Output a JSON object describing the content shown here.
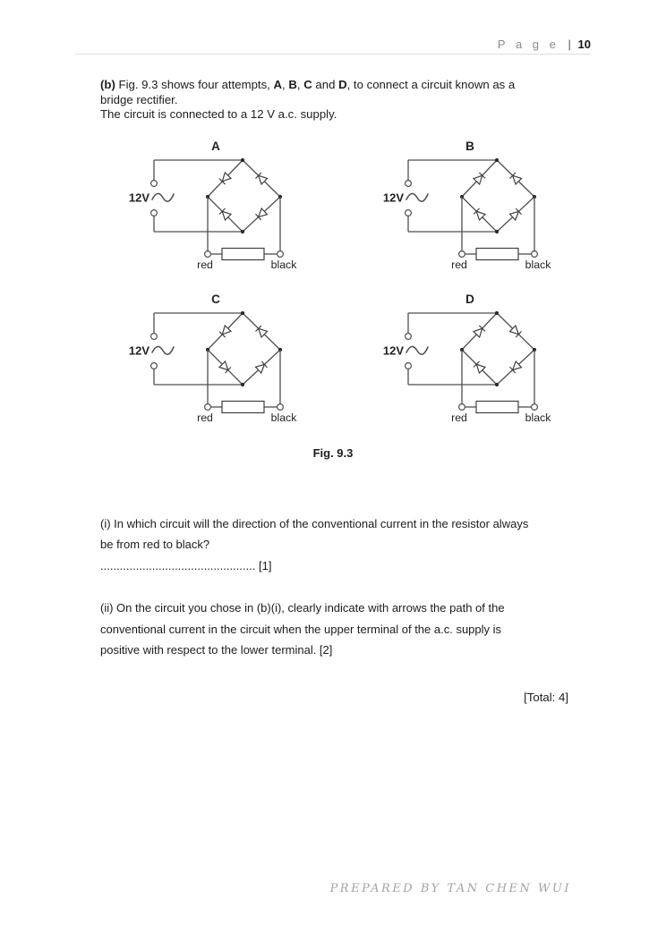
{
  "header": {
    "page_word": "P a g e",
    "separator": "|",
    "page_number": "10"
  },
  "intro": {
    "lines": [
      [
        {
          "text": "(b)",
          "bold": true
        },
        {
          "text": " Fig. 9.3 shows four attempts, ",
          "bold": false
        },
        {
          "text": "A",
          "bold": true
        },
        {
          "text": ", ",
          "bold": false
        },
        {
          "text": "B",
          "bold": true
        },
        {
          "text": ", ",
          "bold": false
        },
        {
          "text": "C",
          "bold": true
        },
        {
          "text": " and ",
          "bold": false
        },
        {
          "text": "D",
          "bold": true
        },
        {
          "text": ", to connect a circuit known as a",
          "bold": false
        }
      ],
      [
        {
          "text": "bridge rectifier.",
          "bold": false
        }
      ],
      [
        {
          "text": "The circuit is connected to a 12 V a.c. supply.",
          "bold": false
        }
      ]
    ]
  },
  "circuits": [
    {
      "label": "A",
      "supply_label": "12V",
      "red_label": "red",
      "black_label": "black",
      "diodes": {
        "upper_left": "top-to-left",
        "upper_right": "right-to-top",
        "lower_left": "bottom-to-left",
        "lower_right": "right-to-bottom"
      }
    },
    {
      "label": "B",
      "supply_label": "12V",
      "red_label": "red",
      "black_label": "black",
      "diodes": {
        "upper_left": "left-to-top",
        "upper_right": "right-to-top",
        "lower_left": "bottom-to-left",
        "lower_right": "bottom-to-right"
      }
    },
    {
      "label": "C",
      "supply_label": "12V",
      "red_label": "red",
      "black_label": "black",
      "diodes": {
        "upper_left": "top-to-left",
        "upper_right": "right-to-top",
        "lower_left": "left-to-bottom",
        "lower_right": "bottom-to-right"
      }
    },
    {
      "label": "D",
      "supply_label": "12V",
      "red_label": "red",
      "black_label": "black",
      "diodes": {
        "upper_left": "left-to-top",
        "upper_right": "top-to-right",
        "lower_left": "bottom-to-left",
        "lower_right": "right-to-bottom"
      }
    }
  ],
  "figure_caption": "Fig. 9.3",
  "questions": {
    "q1_lines": [
      "(i) In which circuit will the direction of the conventional current in the resistor always",
      "be from red to black?",
      "................................................ [1]"
    ],
    "q2_lines": [
      "(ii) On the circuit you chose in (b)(i), clearly indicate with arrows the path of the",
      "conventional current in the circuit when the upper terminal of the a.c. supply is",
      "positive with respect to the lower terminal. [2]"
    ],
    "total": "[Total: 4]"
  },
  "footer": {
    "credit": "PREPARED BY TAN CHEN WUI"
  }
}
